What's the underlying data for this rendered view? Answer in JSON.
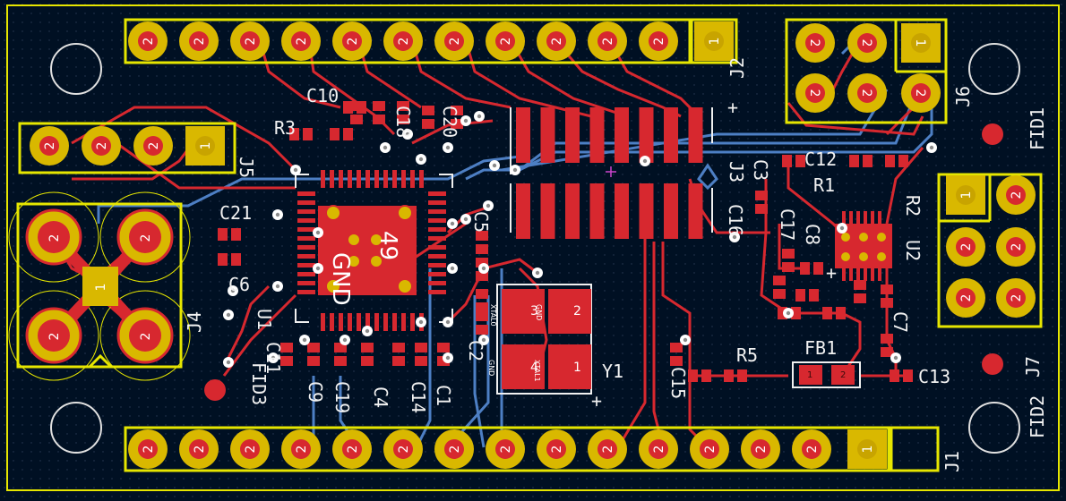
{
  "colors": {
    "background": "#001023",
    "silkscreen": "#f0f0f0",
    "outline": "#e6e600",
    "pad_gold": "#d9b800",
    "top_copper": "#d7282f",
    "bottom_copper": "#4d7fc4",
    "via": "#ffffff"
  },
  "headers": {
    "J1": {
      "ref": "J1",
      "pin1": "1",
      "pins": [
        "1",
        "2",
        "2",
        "2",
        "2",
        "2",
        "2",
        "2",
        "2",
        "2",
        "2",
        "2",
        "2",
        "2",
        "2"
      ]
    },
    "J2": {
      "ref": "J2",
      "pin1": "1",
      "pins": [
        "1",
        "2",
        "2",
        "2",
        "2",
        "2",
        "2",
        "2",
        "2",
        "2",
        "2",
        "2"
      ]
    },
    "J4": {
      "ref": "J4",
      "pin1": "1",
      "pins": [
        "2",
        "2",
        "2",
        "2"
      ]
    },
    "J5": {
      "ref": "J5",
      "pin1": "1",
      "pins": [
        "1",
        "2",
        "2",
        "2"
      ]
    },
    "J6": {
      "ref": "J6",
      "pins": [
        "1",
        "2",
        "2",
        "2",
        "2",
        "2"
      ]
    },
    "J7": {
      "ref": "J7",
      "pins": [
        "1",
        "2",
        "2",
        "2",
        "2",
        "2"
      ]
    }
  },
  "components": {
    "U1": {
      "ref": "U1",
      "center_pad": "49",
      "center_net": "GND"
    },
    "U2": {
      "ref": "U2"
    },
    "J3": {
      "ref": "J3",
      "plus": "+"
    },
    "Y1": {
      "ref": "Y1",
      "plus": "+",
      "pads": [
        {
          "num": "3",
          "net": "XTAL0"
        },
        {
          "num": "2",
          "net": "GND"
        },
        {
          "num": "4",
          "net": "GND"
        },
        {
          "num": "1",
          "net": "XTAL1"
        }
      ]
    },
    "FB1": {
      "ref": "FB1",
      "pad1": "1",
      "pad2": "2"
    }
  },
  "labels": {
    "C10": "C10",
    "R3": "R3",
    "C18": "C18",
    "C20": "C20",
    "C21": "C21",
    "C6": "C6",
    "C11": "C11",
    "C9": "C9",
    "C19": "C19",
    "C4": "C4",
    "C14": "C14",
    "C1": "C1",
    "C5": "C5",
    "C2": "C2",
    "C3": "C3",
    "C16": "C16",
    "C17": "C17",
    "C8": "C8",
    "C12": "C12",
    "R1": "R1",
    "R2": "R2",
    "C7": "C7",
    "R5": "R5",
    "C15": "C15",
    "C13": "C13",
    "FID1": "FID1",
    "FID2": "FID2",
    "FID3": "FID3",
    "plus_j2": "+",
    "plus_u2": "+"
  }
}
